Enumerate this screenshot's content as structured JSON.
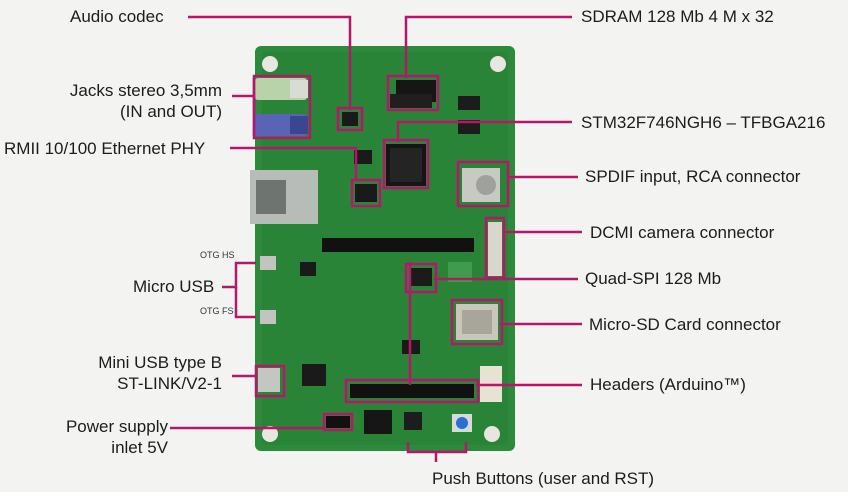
{
  "diagram": {
    "labels": {
      "audio_codec": "Audio codec",
      "sdram": "SDRAM 128 Mb 4 M x 32",
      "jacks_line1": "Jacks stereo 3,5mm",
      "jacks_line2": "(IN and OUT)",
      "mcu": "STM32F746NGH6 – TFBGA216",
      "ethernet_phy": "RMII 10/100 Ethernet PHY",
      "spdif": "SPDIF input, RCA connector",
      "dcmi": "DCMI camera connector",
      "micro_usb": "Micro USB",
      "otg_hs": "OTG HS",
      "otg_fs": "OTG FS",
      "quad_spi": "Quad-SPI 128 Mb",
      "micro_sd": "Micro-SD Card connector",
      "mini_usb_line1": "Mini USB type B",
      "mini_usb_line2": "ST-LINK/V2-1",
      "headers": "Headers (Arduino™)",
      "power_line1": "Power supply",
      "power_line2": "inlet 5V",
      "push_buttons": "Push Buttons (user and RST)"
    },
    "colors": {
      "accent": "#b5176a",
      "board": "#2d8a3c",
      "board_dark": "#1f6b2c",
      "chip": "#1a1a1a",
      "background": "#f3f3f1"
    }
  }
}
